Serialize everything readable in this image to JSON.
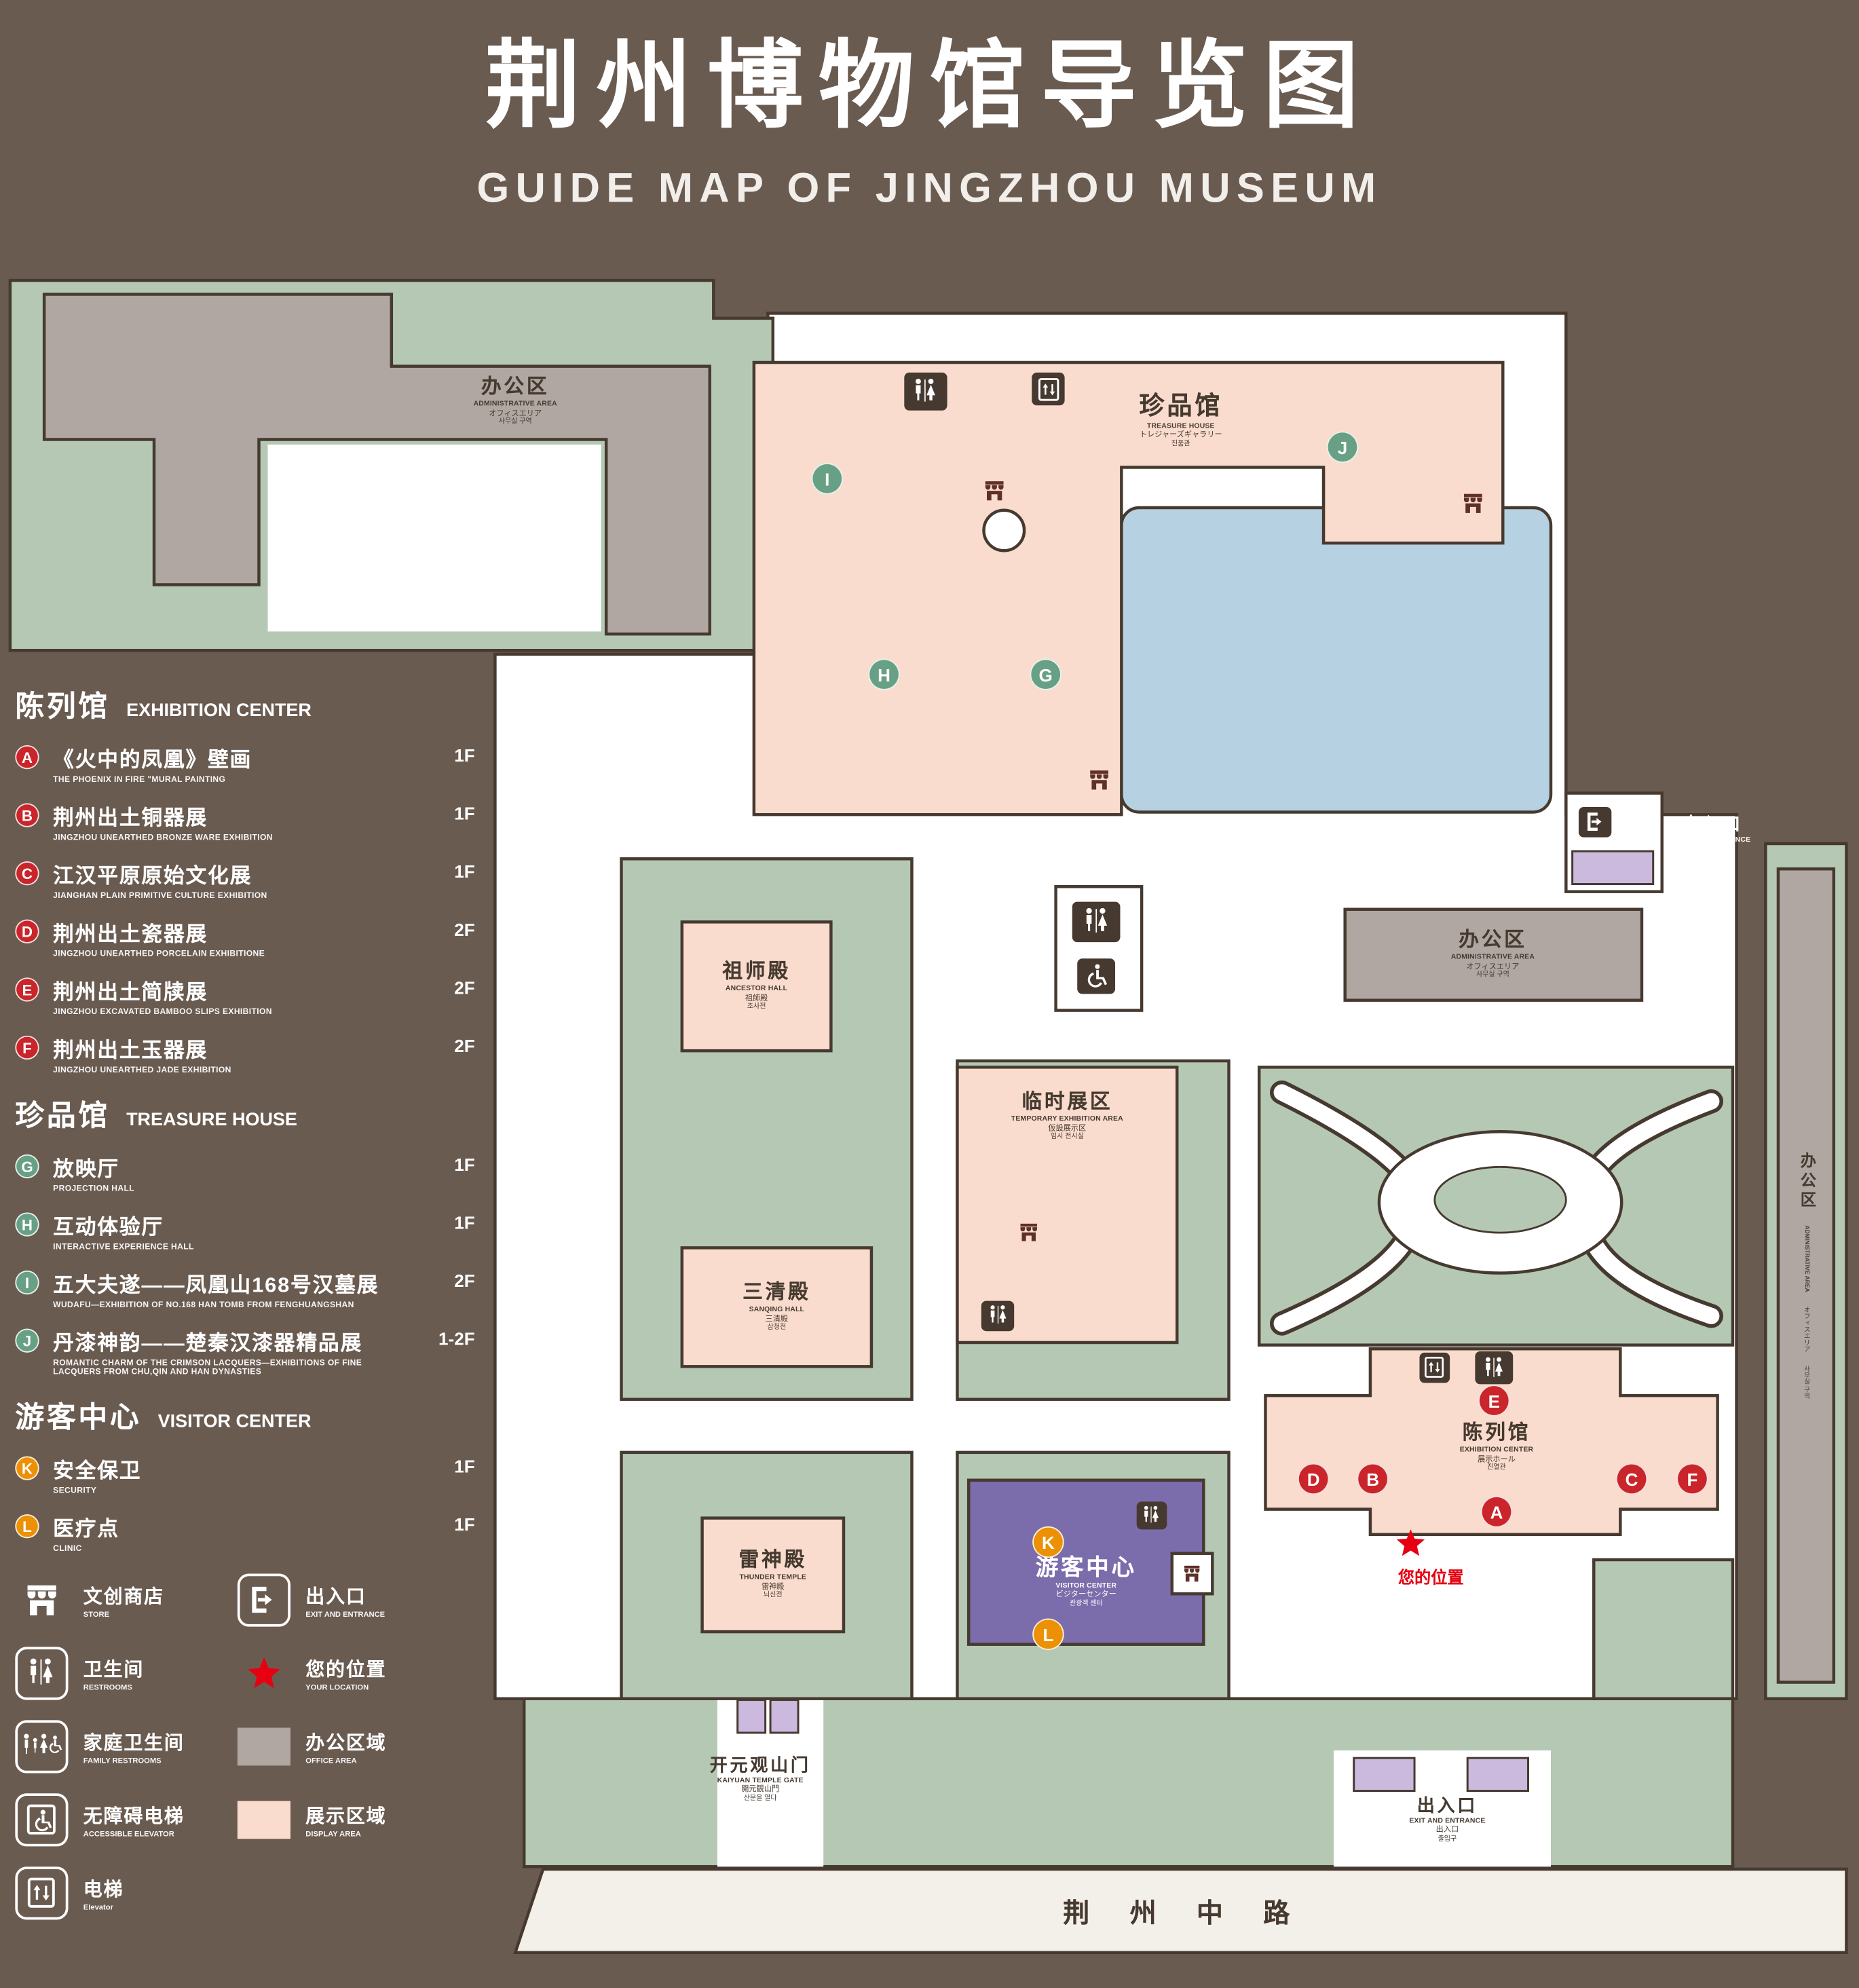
{
  "header": {
    "title": "荆州博物馆导览图",
    "subtitle": "GUIDE MAP OF JINGZHOU MUSEUM"
  },
  "legend": {
    "sections": [
      {
        "zh": "陈列馆",
        "en": "EXHIBITION CENTER",
        "items": [
          {
            "letter": "A",
            "zh": "《火中的凤凰》壁画",
            "en": "THE PHOENIX IN FIRE \"MURAL PAINTING",
            "floor": "1F"
          },
          {
            "letter": "B",
            "zh": "荆州出土铜器展",
            "en": "JINGZHOU UNEARTHED BRONZE WARE EXHIBITION",
            "floor": "1F"
          },
          {
            "letter": "C",
            "zh": "江汉平原原始文化展",
            "en": "JIANGHAN PLAIN PRIMITIVE CULTURE EXHIBITION",
            "floor": "1F"
          },
          {
            "letter": "D",
            "zh": "荆州出土瓷器展",
            "en": "JINGZHOU UNEARTHED PORCELAIN EXHIBITIONE",
            "floor": "2F"
          },
          {
            "letter": "E",
            "zh": "荆州出土简牍展",
            "en": "JINGZHOU EXCAVATED BAMBOO SLIPS EXHIBITION",
            "floor": "2F"
          },
          {
            "letter": "F",
            "zh": "荆州出土玉器展",
            "en": "JINGZHOU UNEARTHED JADE EXHIBITION",
            "floor": "2F"
          }
        ]
      },
      {
        "zh": "珍品馆",
        "en": "TREASURE HOUSE",
        "items": [
          {
            "letter": "G",
            "zh": "放映厅",
            "en": "PROJECTION HALL",
            "floor": "1F"
          },
          {
            "letter": "H",
            "zh": "互动体验厅",
            "en": "INTERACTIVE EXPERIENCE HALL",
            "floor": "1F"
          },
          {
            "letter": "I",
            "zh": "五大夫遂——凤凰山168号汉墓展",
            "en": "WUDAFU—EXHIBITION OF NO.168 HAN TOMB FROM FENGHUANGSHAN",
            "floor": "2F"
          },
          {
            "letter": "J",
            "zh": "丹漆神韵——楚秦汉漆器精品展",
            "en": "ROMANTIC CHARM OF THE CRIMSON LACQUERS—EXHIBITIONS OF FINE LACQUERS FROM CHU,QIN AND HAN DYNASTIES",
            "floor": "1-2F"
          }
        ]
      },
      {
        "zh": "游客中心",
        "en": "VISITOR CENTER",
        "items": [
          {
            "letter": "K",
            "zh": "安全保卫",
            "en": "SECURITY",
            "floor": "1F"
          },
          {
            "letter": "L",
            "zh": "医疗点",
            "en": "CLINIC",
            "floor": "1F"
          }
        ]
      }
    ],
    "key": [
      {
        "icon": "store-icon",
        "zh": "文创商店",
        "en": "STORE"
      },
      {
        "icon": "restroom-icon",
        "zh": "卫生间",
        "en": "RESTROOMS"
      },
      {
        "icon": "family-restroom-icon",
        "zh": "家庭卫生间",
        "en": "FAMILY RESTROOMS"
      },
      {
        "icon": "accessible-elevator-icon",
        "zh": "无障碍电梯",
        "en": "ACCESSIBLE ELEVATOR"
      },
      {
        "icon": "elevator-icon",
        "zh": "电梯",
        "en": "Elevator"
      },
      {
        "icon": "exit-icon",
        "zh": "出入口",
        "en": "EXIT AND ENTRANCE"
      },
      {
        "icon": "location-star-icon",
        "zh": "您的位置",
        "en": "YOUR LOCATION"
      },
      {
        "icon": "office-area-swatch",
        "zh": "办公区域",
        "en": "OFFICE AREA"
      },
      {
        "icon": "display-area-swatch",
        "zh": "展示区域",
        "en": "DISPLAY AREA"
      }
    ]
  },
  "map": {
    "labels": {
      "admin_top": {
        "zh": "办公区",
        "en": "ADMINISTRATIVE AREA",
        "ja": "オフィスエリア",
        "ko": "사무실 구역"
      },
      "treasure_house": {
        "zh": "珍品馆",
        "en": "TREASURE HOUSE",
        "ja": "トレジャーズギャラリー",
        "ko": "진품관"
      },
      "exit_right": {
        "zh": "出入口",
        "en": "EXIT AND ENTRANCE",
        "ja": "出入口",
        "ko": "출입구"
      },
      "ancestor_hall": {
        "zh": "祖师殿",
        "en": "ANCESTOR HALL",
        "ja": "祖師殿",
        "ko": "조사전"
      },
      "temporary_exhibition": {
        "zh": "临时展区",
        "en": "TEMPORARY EXHIBITION AREA",
        "ja": "仮設展示区",
        "ko": "임시 전시실"
      },
      "admin_right": {
        "zh": "办公区",
        "en": "ADMINISTRATIVE AREA",
        "ja": "オフィスエリア",
        "ko": "사무실 구역"
      },
      "sanqing_hall": {
        "zh": "三清殿",
        "en": "SANQING HALL",
        "ja": "三清殿",
        "ko": "삼청전"
      },
      "thunder_temple": {
        "zh": "雷神殿",
        "en": "THUNDER TEMPLE",
        "ja": "雷神殿",
        "ko": "뇌신전"
      },
      "visitor_center": {
        "zh": "游客中心",
        "en": "VISITOR CENTER",
        "ja": "ビジターセンター",
        "ko": "관광객 센터"
      },
      "exhibition_center": {
        "zh": "陈列馆",
        "en": "EXHIBITION CENTER",
        "ja": "展示ホール",
        "ko": "진열관"
      },
      "kaiyuan_gate": {
        "zh": "开元观山门",
        "en": "KAIYUAN TEMPLE GATE",
        "ja": "開元観山門",
        "ko": "산문을 열다"
      },
      "exit_bottom": {
        "zh": "出入口",
        "en": "EXIT AND ENTRANCE",
        "ja": "出入口",
        "ko": "출입구"
      },
      "admin_side": {
        "zh": "办公区",
        "en": "ADMINISTRATIVE AREA",
        "ja": "オフィスエリア",
        "ko": "사무실 구역"
      },
      "your_location": {
        "zh": "您的位置"
      },
      "road": {
        "zh": "荆 州 中 路"
      }
    },
    "markers": [
      {
        "letter": "A"
      },
      {
        "letter": "B"
      },
      {
        "letter": "C"
      },
      {
        "letter": "D"
      },
      {
        "letter": "E"
      },
      {
        "letter": "F"
      },
      {
        "letter": "G"
      },
      {
        "letter": "H"
      },
      {
        "letter": "I"
      },
      {
        "letter": "J"
      },
      {
        "letter": "K"
      },
      {
        "letter": "L"
      }
    ]
  },
  "colors": {
    "background": "#6a5b51",
    "outline": "#463a30",
    "lawn": "#b5c8b3",
    "display_area": "#f9dccd",
    "office_area": "#b0a7a2",
    "visitor_center": "#7b6dab",
    "pond": "#b6d1e1",
    "entrance": "#cbbade",
    "road": "#f3f0ea",
    "marker_red": "#c9252b",
    "marker_green": "#67a084",
    "marker_orange": "#ec9106",
    "location_red": "#e60012"
  }
}
